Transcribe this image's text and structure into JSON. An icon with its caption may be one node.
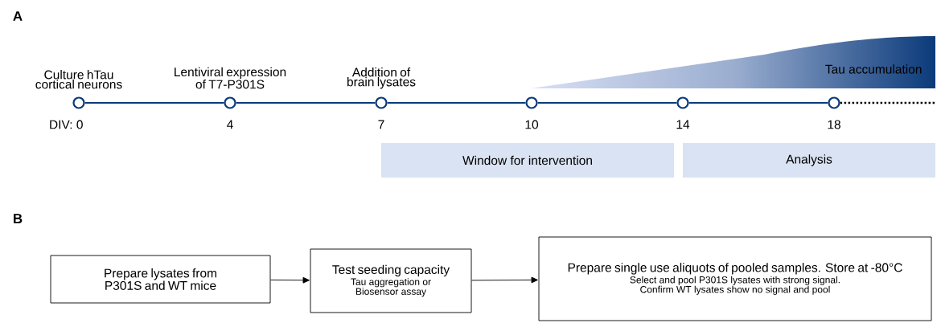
{
  "diagram": {
    "nodes": [
      {
        "text": [
          "Culture hTau cortical neurons"
        ],
        "beside": [
          "DIV: 0"
        ]
      },
      {
        "text": [
          "Lentiviral expression of T7-P301S"
        ],
        "beside": [
          "4"
        ]
      },
      {
        "text": [
          "Addition of brain lysates"
        ],
        "beside": [
          "7"
        ]
      },
      {
        "text": [],
        "shape": "circle",
        "beside": [
          "10"
        ]
      },
      {
        "text": [],
        "shape": "circle",
        "beside": [
          "14"
        ]
      },
      {
        "text": [],
        "shape": "circle",
        "beside": [
          "18"
        ]
      },
      {
        "text": [
          "Tau accumulation"
        ]
      },
      {
        "text": [
          "Window for intervention"
        ]
      },
      {
        "text": [
          "Analysis"
        ]
      },
      {
        "text": [
          "Prepare lysates from P301S and WT mice"
        ]
      },
      {
        "text": [
          "Test seeding capacity",
          "Tau aggregation or Biosensor assay"
        ]
      },
      {
        "text": [
          "Prepare single use aliquots of pooled samples. Store at -80°C",
          "Select and pool P301S lysates with strong signal. Confirm WT lysates show no signal and pool"
        ]
      }
    ],
    "edges": [
      {
        "from": 0,
        "to": 1,
        "arrow": "none"
      },
      {
        "from": 1,
        "to": 2,
        "arrow": "none"
      },
      {
        "from": 2,
        "to": 3,
        "arrow": "none"
      },
      {
        "from": 3,
        "to": 4,
        "arrow": "none"
      },
      {
        "from": 4,
        "to": 5,
        "arrow": "none"
      },
      {
        "from": 5,
        "to": null,
        "arrow": "none",
        "style": "dashed",
        "color": "#000000"
      },
      {
        "from": 9,
        "to": 10,
        "arrow": "to",
        "color": "#000000"
      },
      {
        "from": 10,
        "to": 11,
        "arrow": "to",
        "color": "#000000"
      }
    ],
    "labels": [
      "A",
      "B"
    ]
  }
}
